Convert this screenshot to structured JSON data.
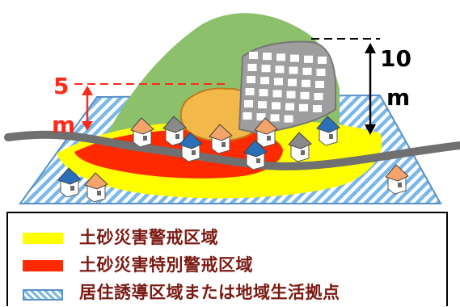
{
  "diagram": {
    "dim_left_value": "5",
    "dim_left_unit": "m",
    "dim_right_value": "10",
    "dim_right_unit": "m",
    "colors": {
      "dim_left_text": "#ff2a1a",
      "dim_right_text": "#000000",
      "hill": "#8cc06a",
      "landslide": "#f2b94a",
      "retaining_wall": "#9e9e9e",
      "road": "#707070",
      "caution_zone": "#ffff00",
      "special_zone": "#ff2a00",
      "residence_zone_stripe": "#7ab8e8"
    },
    "icons": [
      "house-icon",
      "landslide-icon",
      "retaining-wall-icon",
      "road-icon"
    ]
  },
  "legend": {
    "items": [
      {
        "label": "土砂災害警戒区域",
        "swatch": "yellow-fill"
      },
      {
        "label": "土砂災害特別警戒区域",
        "swatch": "red-fill"
      },
      {
        "label": "居住誘導区域または地域生活拠点",
        "swatch": "blue-hatch"
      }
    ]
  }
}
